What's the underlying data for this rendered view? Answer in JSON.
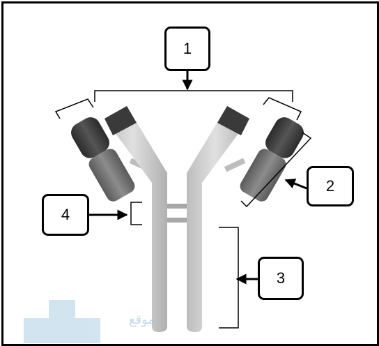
{
  "labels": {
    "one": "1",
    "two": "2",
    "three": "3",
    "four": "4"
  },
  "watermark": "موقع",
  "colors": {
    "frame": "#000000",
    "heavy_chain": "#c9c9c9",
    "light_chain_dark": "#3a3a3a",
    "light_chain_mid": "#6e6e6e",
    "watermark": "#9fc3d8"
  },
  "icons": [
    "arrow-icon"
  ]
}
